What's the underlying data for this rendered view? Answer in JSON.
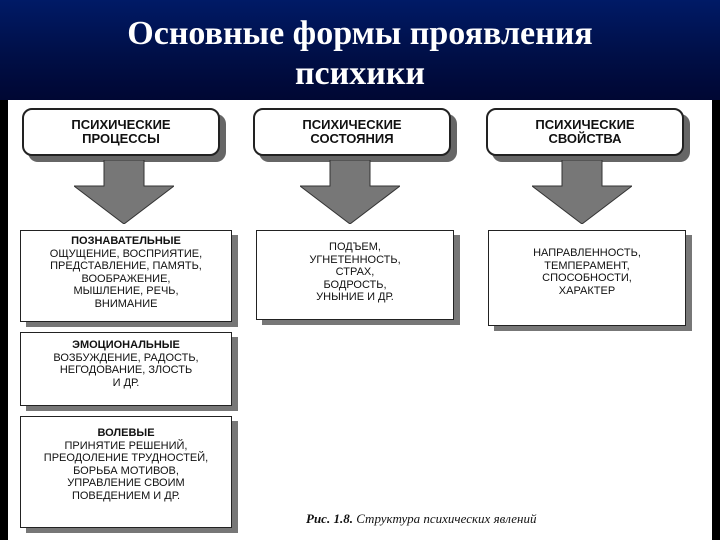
{
  "title": [
    "Основные формы проявления",
    "психики"
  ],
  "columns": [
    {
      "heading": "ПСИХИЧЕСКИЕ\nПРОЦЕССЫ"
    },
    {
      "heading": "ПСИХИЧЕСКИЕ\nСОСТОЯНИЯ"
    },
    {
      "heading": "ПСИХИЧЕСКИЕ\nСВОЙСТВА"
    }
  ],
  "processes": {
    "cognitive": {
      "title": "ПОЗНАВАТЕЛЬНЫЕ",
      "lines": [
        "ОЩУЩЕНИЕ, ВОСПРИЯТИЕ,",
        "ПРЕДСТАВЛЕНИЕ, ПАМЯТЬ,",
        "ВООБРАЖЕНИЕ,",
        "МЫШЛЕНИЕ, РЕЧЬ,",
        "ВНИМАНИЕ"
      ]
    },
    "emotional": {
      "title": "ЭМОЦИОНАЛЬНЫЕ",
      "lines": [
        "ВОЗБУЖДЕНИЕ, РАДОСТЬ,",
        "НЕГОДОВАНИЕ, ЗЛОСТЬ",
        "И ДР."
      ]
    },
    "volitional": {
      "title": "ВОЛЕВЫЕ",
      "lines": [
        "ПРИНЯТИЕ РЕШЕНИЙ,",
        "ПРЕОДОЛЕНИЕ ТРУДНОСТЕЙ,",
        "БОРЬБА МОТИВОВ,",
        "УПРАВЛЕНИЕ СВОИМ",
        "ПОВЕДЕНИЕМ И ДР."
      ]
    }
  },
  "states": {
    "lines": [
      "ПОДЪЕМ,",
      "УГНЕТЕННОСТЬ,",
      "СТРАХ,",
      "БОДРОСТЬ,",
      "УНЫНИЕ И ДР."
    ]
  },
  "properties": {
    "lines": [
      "НАПРАВЛЕННОСТЬ,",
      "ТЕМПЕРАМЕНТ,",
      "СПОСОБНОСТИ,",
      "ХАРАКТЕР"
    ]
  },
  "caption": {
    "label": "Рис. 1.8.",
    "text": "Структура психических явлений"
  }
}
